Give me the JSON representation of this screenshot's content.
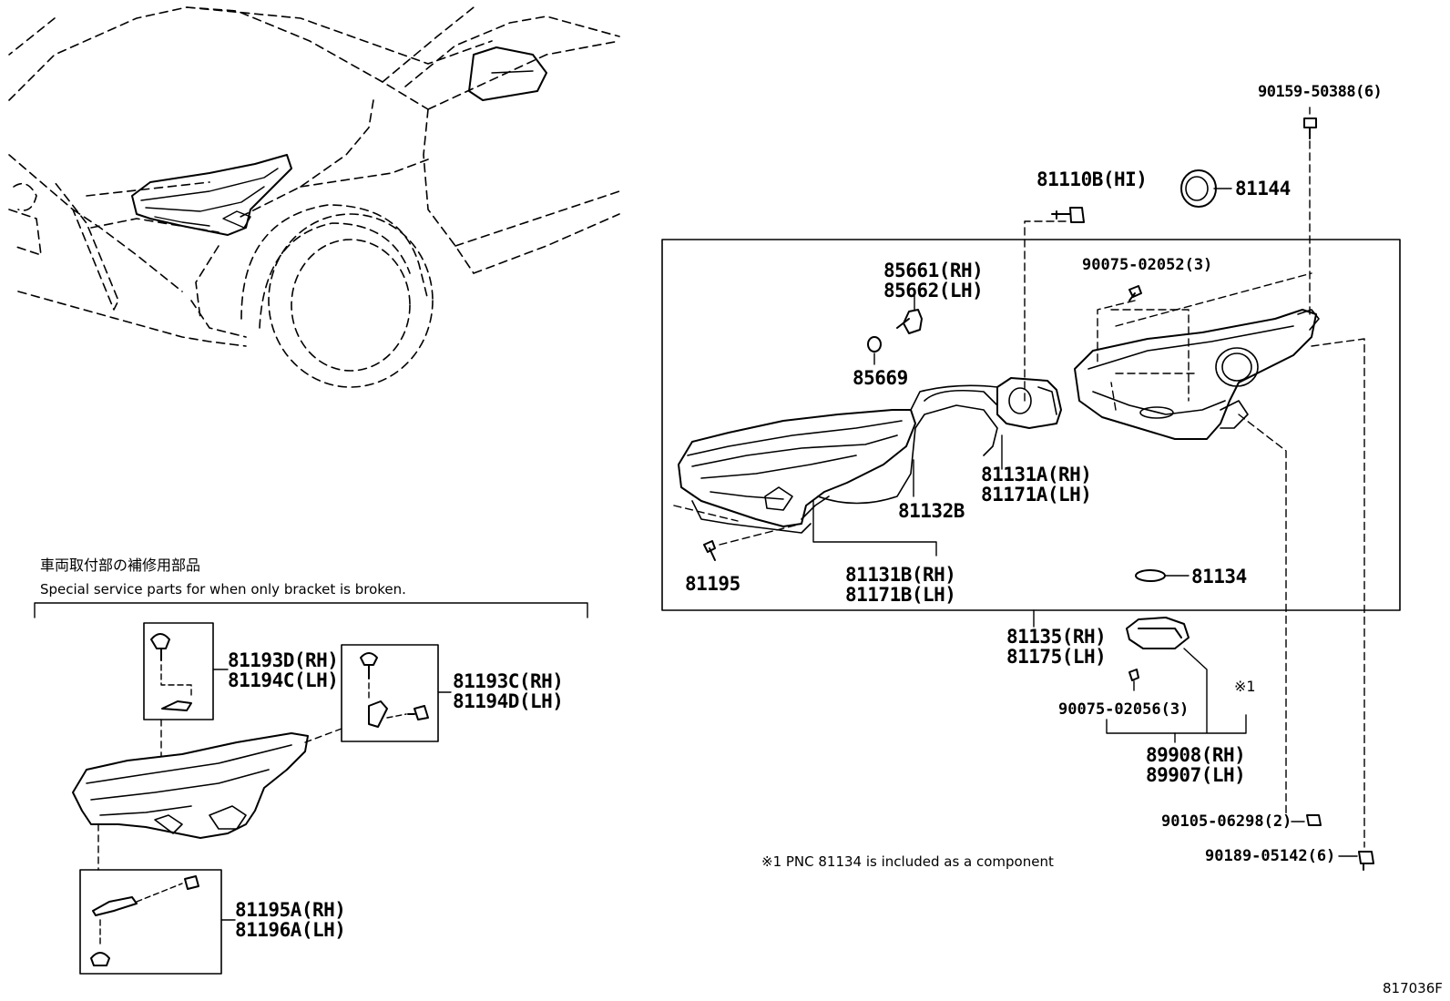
{
  "diagram_code": "817036F",
  "bracket_note": {
    "title_jp": "車両取付部の補修用部品",
    "title_en": "Special service parts for when only bracket is broken."
  },
  "footnote": "※1  PNC 81134 is included as a component",
  "parts": {
    "p90159": "90159-50388(6)",
    "p81110B": "81110B(HI)",
    "p81144": "81144",
    "p85661": "85661(RH)",
    "p85662": "85662(LH)",
    "p85669": "85669",
    "p90075a": "90075-02052(3)",
    "p81131A": "81131A(RH)",
    "p81171A": "81171A(LH)",
    "p81132B": "81132B",
    "p81131B": "81131B(RH)",
    "p81171B": "81171B(LH)",
    "p81195": "81195",
    "p81134": "81134",
    "p81135": "81135(RH)",
    "p81175": "81175(LH)",
    "mark1": "※1",
    "p90075b": "90075-02056(3)",
    "p89908": "89908(RH)",
    "p89907": "89907(LH)",
    "p90105": "90105-06298(2)",
    "p90189": "90189-05142(6)",
    "p81193D": "81193D(RH)",
    "p81194C": "81194C(LH)",
    "p81193C": "81193C(RH)",
    "p81194D": "81194D(LH)",
    "p81195A": "81195A(RH)",
    "p81196A": "81196A(LH)"
  }
}
